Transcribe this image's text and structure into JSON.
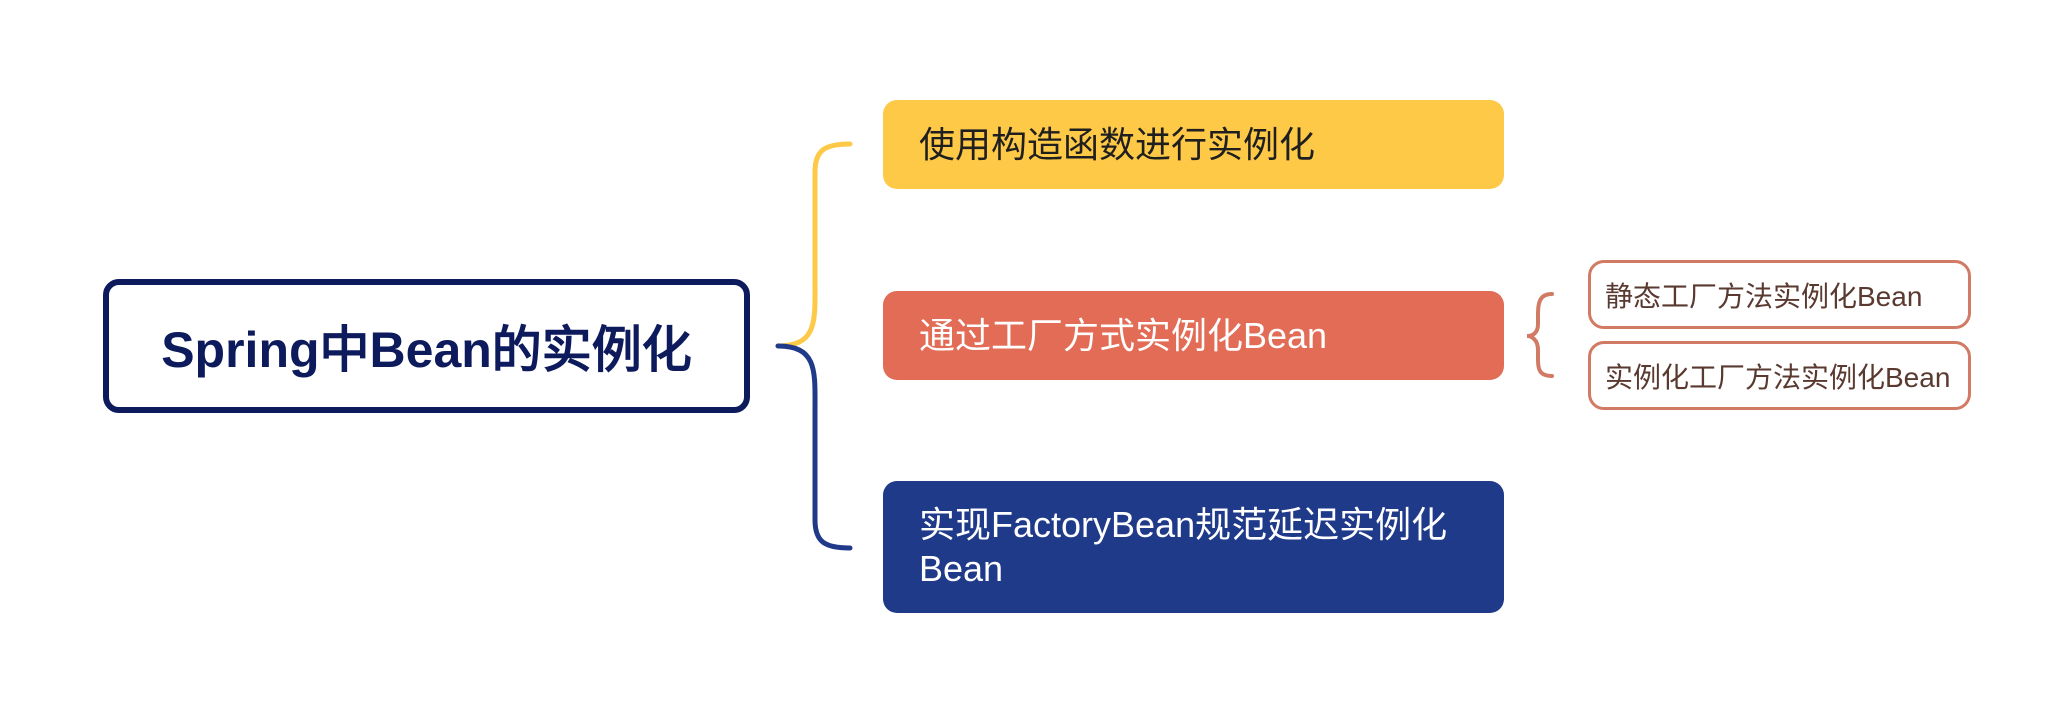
{
  "root": {
    "label": "Spring中Bean的实例化"
  },
  "branches": [
    {
      "label": "使用构造函数进行实例化",
      "color": "#fdc947"
    },
    {
      "label": "通过工厂方式实例化Bean",
      "color": "#e36c56"
    },
    {
      "label": "实现FactoryBean规范延迟实例化Bean",
      "color": "#203a8a"
    }
  ],
  "sub_branches": [
    {
      "label": "静态工厂方法实例化Bean"
    },
    {
      "label": "实例化工厂方法实例化Bean"
    }
  ],
  "colors": {
    "root_border": "#0d1a5c",
    "connector_1": "#fdc947",
    "connector_3": "#203a8a",
    "sub_border": "#d17a64"
  }
}
